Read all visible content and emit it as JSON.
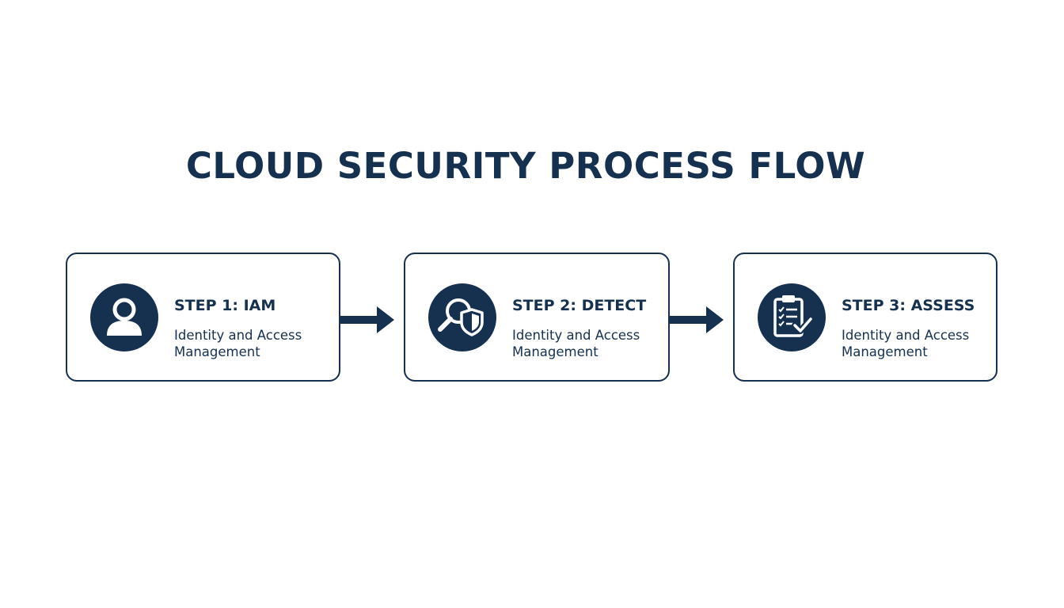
{
  "title": "CLOUD SECURITY PROCESS FLOW",
  "colors": {
    "primary": "#16304f",
    "background": "#ffffff",
    "icon_foreground": "#ffffff"
  },
  "steps": [
    {
      "title": "STEP 1: IAM",
      "description": "Identity and Access Management",
      "icon": "user-icon"
    },
    {
      "title": "STEP 2: DETECT",
      "description": "Identity and Access Management",
      "icon": "magnifier-shield-icon"
    },
    {
      "title": "STEP 3: ASSESS",
      "description": "Identity and Access Management",
      "icon": "clipboard-checklist-icon"
    }
  ],
  "connectors": [
    {
      "from": "STEP 1: IAM",
      "to": "STEP 2: DETECT"
    },
    {
      "from": "STEP 2: DETECT",
      "to": "STEP 3: ASSESS"
    }
  ]
}
